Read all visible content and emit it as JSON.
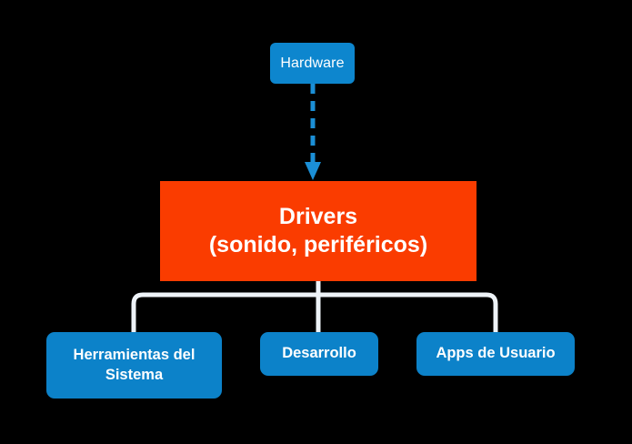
{
  "diagram": {
    "title": "Drivers layer diagram",
    "background_color": "#000000",
    "nodes": {
      "hardware": {
        "label": "Hardware",
        "color": "#0d86ce",
        "text_color": "#ffffff",
        "shape": "rounded-rectangle"
      },
      "drivers": {
        "line1": "Drivers",
        "line2": "(sonido, periféricos)",
        "color": "#fa3c00",
        "text_color": "#ffffff",
        "shape": "rectangle"
      },
      "tools": {
        "label": "Herramientas del Sistema",
        "color": "#0c82c9",
        "text_color": "#ffffff",
        "shape": "rounded-rectangle"
      },
      "development": {
        "label": "Desarrollo",
        "color": "#0c82c9",
        "text_color": "#ffffff",
        "shape": "rounded-rectangle"
      },
      "user_apps": {
        "label": "Apps de Usuario",
        "color": "#0c82c9",
        "text_color": "#ffffff",
        "shape": "rounded-rectangle"
      }
    },
    "connectors": {
      "hardware_to_drivers": {
        "style": "dashed",
        "color": "#1b8fd6",
        "arrowhead": "down",
        "from": "hardware",
        "to": "drivers"
      },
      "drivers_to_children": {
        "style": "solid",
        "color": "#eef3f8",
        "arrowhead": "none",
        "from": "drivers",
        "to": "tools, development, user_apps"
      }
    }
  }
}
